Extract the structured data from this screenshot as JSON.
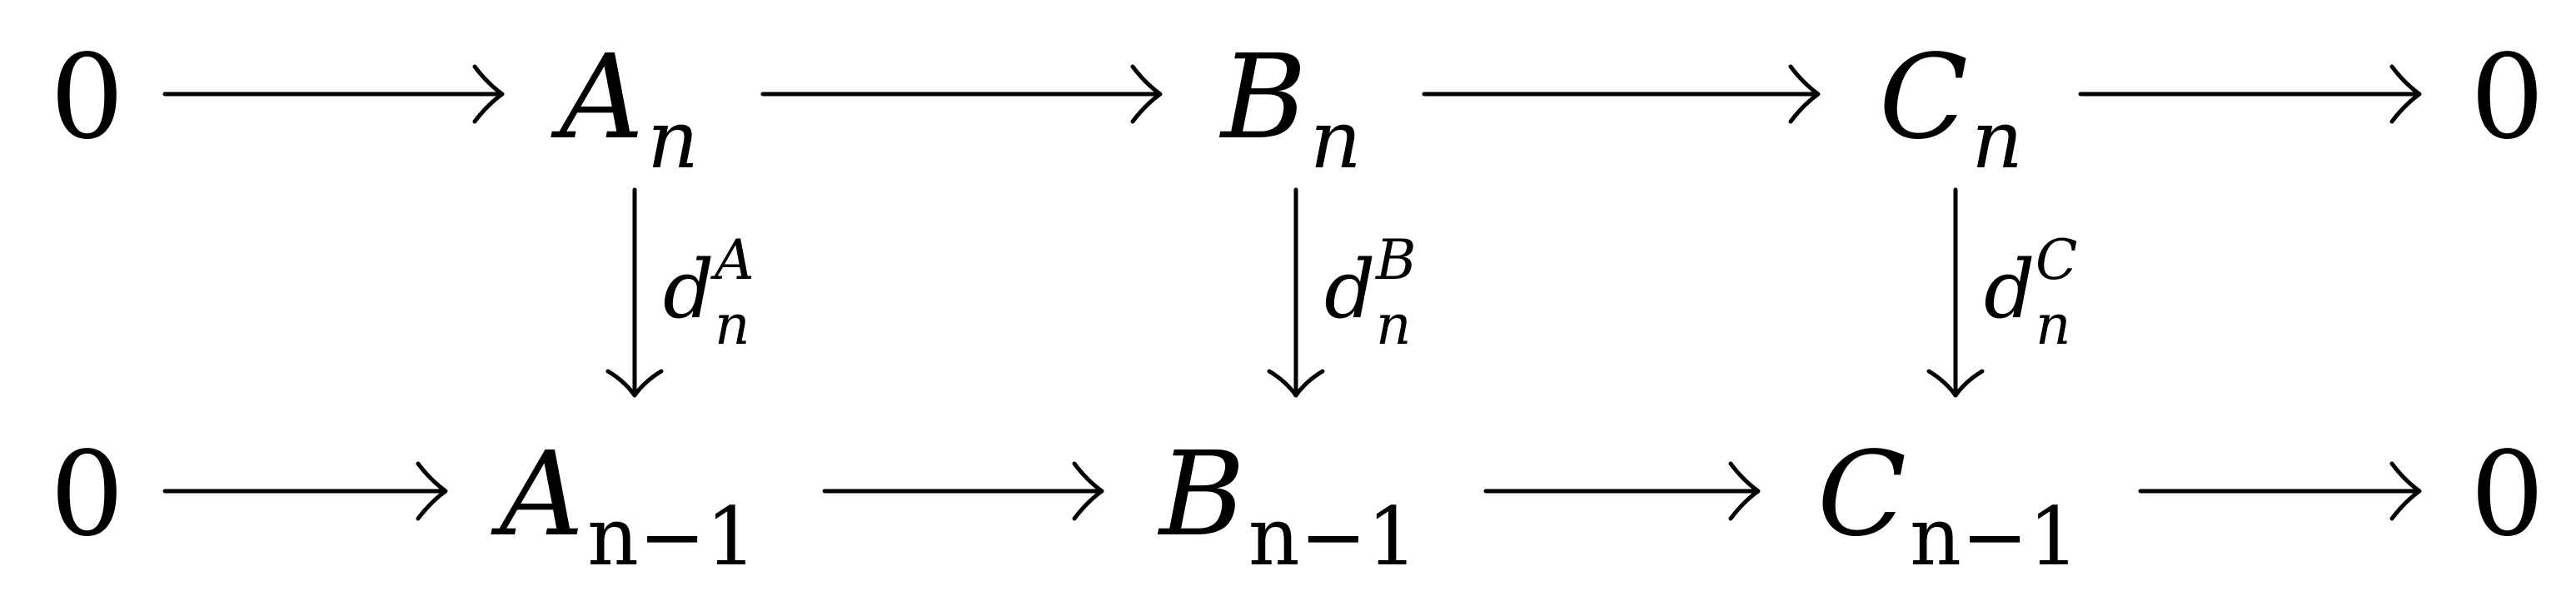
{
  "top_row": [
    {
      "id": "zero-left",
      "text": "0"
    },
    {
      "id": "A",
      "letter": "A",
      "sub": "n"
    },
    {
      "id": "B",
      "letter": "B",
      "sub": "n"
    },
    {
      "id": "C",
      "letter": "C",
      "sub": "n"
    },
    {
      "id": "zero-right",
      "text": "0"
    }
  ],
  "bottom_row": [
    {
      "id": "zero-left",
      "text": "0"
    },
    {
      "id": "A",
      "letter": "A",
      "sub": "n−1"
    },
    {
      "id": "B",
      "letter": "B",
      "sub": "n−1"
    },
    {
      "id": "C",
      "letter": "C",
      "sub": "n−1"
    },
    {
      "id": "zero-right",
      "text": "0"
    }
  ],
  "vertical_maps": [
    {
      "d": "d",
      "sup": "A",
      "sub": "n"
    },
    {
      "d": "d",
      "sup": "B",
      "sub": "n"
    },
    {
      "d": "d",
      "sup": "C",
      "sub": "n"
    }
  ]
}
